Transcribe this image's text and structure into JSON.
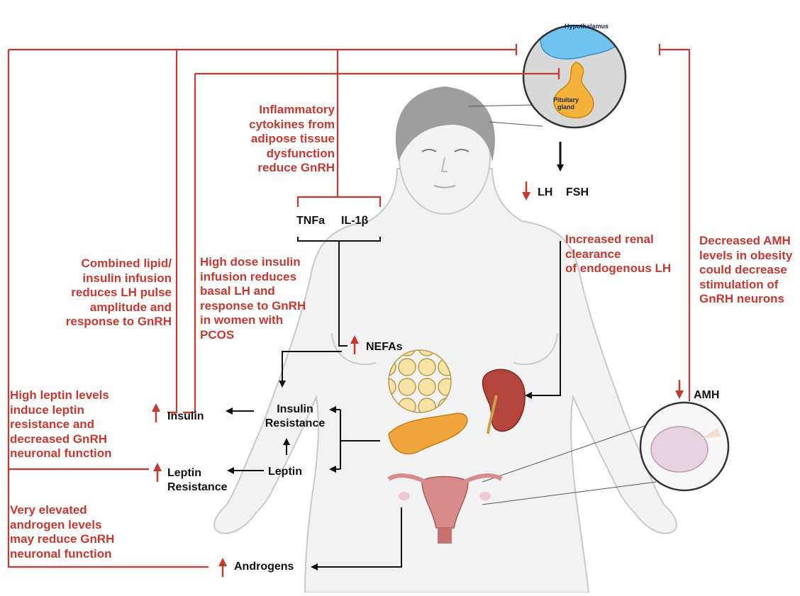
{
  "colors": {
    "inhibit_red": "#c8382f",
    "text_black": "#111111",
    "body_fill": "#f2f2f2",
    "body_stroke": "#c9c9c9",
    "hair": "#9d9d9d",
    "hypothalamus": "#6fc3ee",
    "pituitary": "#f4b23b",
    "adipose": "#f3df9a",
    "pancreas": "#f0a63c",
    "kidney": "#b5443c",
    "uterus": "#d98a8a",
    "ovary": "#e7d3df"
  },
  "icons": [
    "up-arrow-icon",
    "down-arrow-icon",
    "inhibition-bar-icon"
  ],
  "labels": {
    "hypothalamus": "Hypothalamus",
    "pituitary": "Pituitary\ngland",
    "cytokines_note": "Inflammatory\ncytokines from\nadipose tissue\ndysfunction\nreduce GnRH",
    "tnfa": "TNFa",
    "il1b": "IL-1β",
    "lh": "LH",
    "fsh": "FSH",
    "renal_note": "Increased renal\nclearance\nof endogenous LH",
    "amh_note": "Decreased AMH\nlevels in obesity\ncould decrease\nstimulation of\nGnRH neurons",
    "lipid_note": "Combined lipid/\ninsulin infusion\nreduces LH pulse\namplitude and\nresponse to GnRH",
    "insulin_dose_note": "High dose insulin\ninfusion reduces\nbasal LH and\nresponse to GnRH\nin women with\nPCOS",
    "nefas": "NEFAs",
    "leptin_note": "High leptin levels\ninduce leptin\nresistance and\ndecreased GnRH\nneuronal function",
    "insulin": "Insulin",
    "insulin_resistance": "Insulin\nResistance",
    "leptin_resistance": "Leptin\nResistance",
    "leptin": "Leptin",
    "amh": "AMH",
    "androgen_note": "Very elevated\nandrogen levels\nmay reduce GnRH\nneuronal function",
    "androgens": "Androgens"
  }
}
